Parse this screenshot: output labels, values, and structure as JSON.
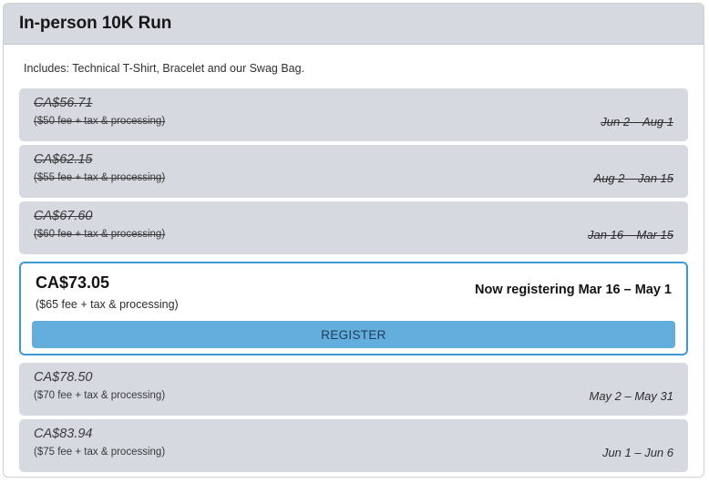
{
  "card": {
    "header_title": "In-person 10K Run",
    "includes_line": "Includes: Technical T-Shirt, Bracelet and our Swag Bag.",
    "accent_color": "#3c9ad4",
    "row_background": "#d7d9e1",
    "header_background": "#d7d9e1",
    "button_color": "#63aedd"
  },
  "tiers": [
    {
      "price": "CA$56.71",
      "fee": "($50 fee + tax & processing)",
      "dates": "Jun 2 – Aug 1",
      "state": "past"
    },
    {
      "price": "CA$62.15",
      "fee": "($55 fee + tax & processing)",
      "dates": "Aug 2 – Jan 15",
      "state": "past"
    },
    {
      "price": "CA$67.60",
      "fee": "($60 fee + tax & processing)",
      "dates": "Jan 16 – Mar 15",
      "state": "past"
    },
    {
      "price": "CA$78.50",
      "fee": "($70 fee + tax & processing)",
      "dates": "May 2 – May 31",
      "state": "upcoming"
    },
    {
      "price": "CA$83.94",
      "fee": "($75 fee + tax & processing)",
      "dates": "Jun 1 – Jun 6",
      "state": "upcoming"
    }
  ],
  "active_tier": {
    "price": "CA$73.05",
    "fee": "($65 fee + tax & processing)",
    "status": "Now registering Mar 16 – May 1",
    "register_label": "REGISTER"
  }
}
